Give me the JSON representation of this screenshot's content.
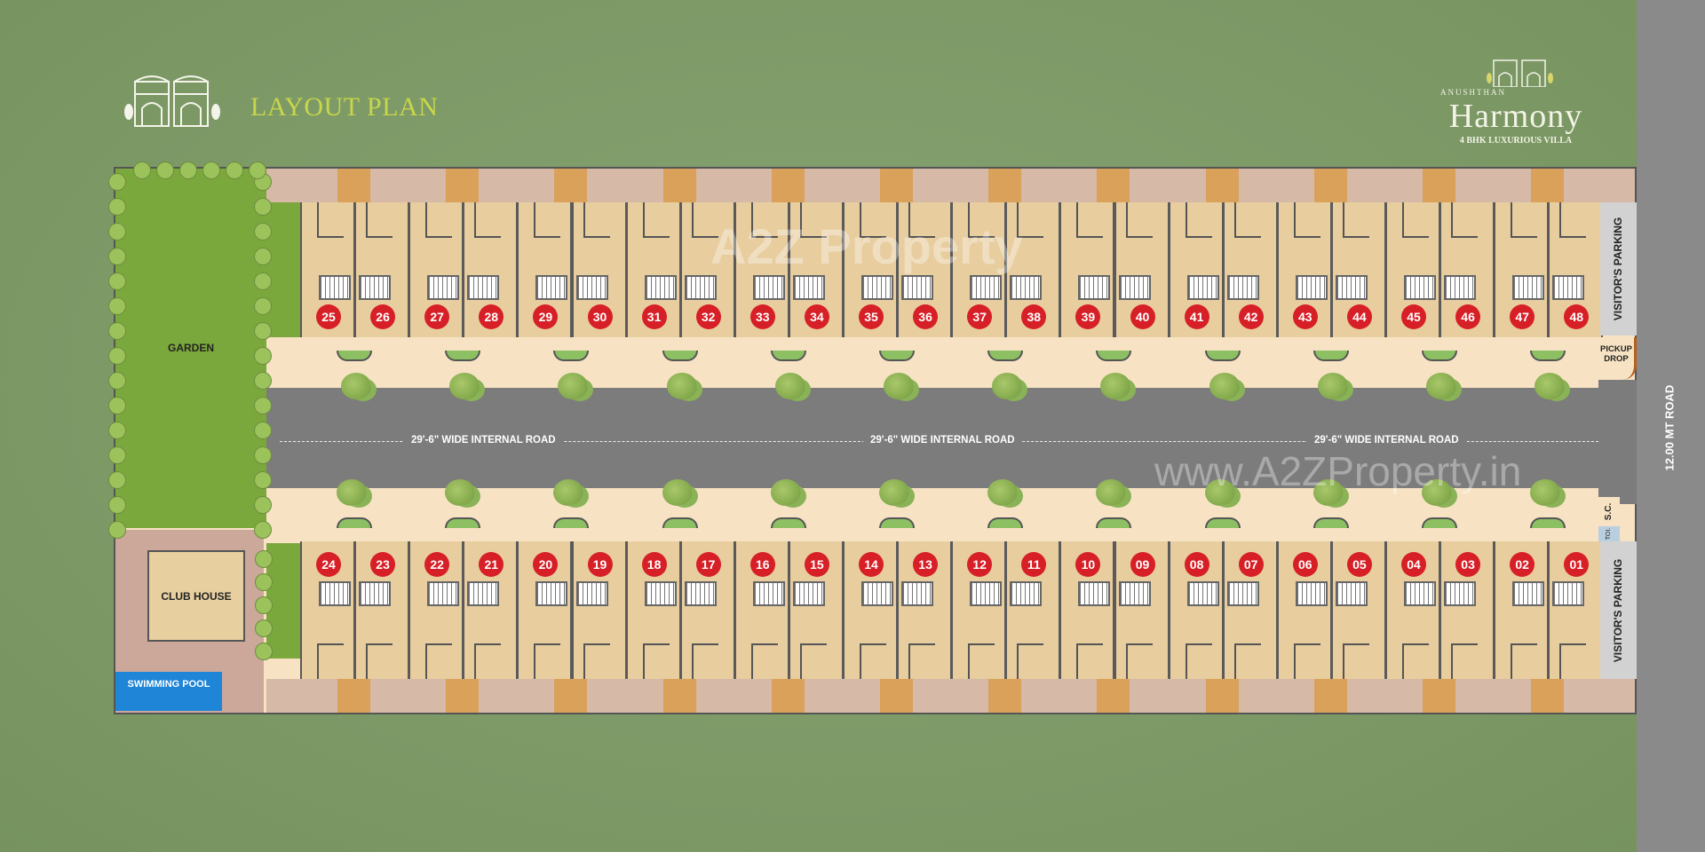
{
  "header": {
    "title": "LAYOUT PLAN",
    "brand": {
      "prefix": "ANUSHTHAN",
      "name": "Harmony",
      "tagline": "4 BHK LUXURIOUS VILLA"
    }
  },
  "amenities": {
    "garden": "GARDEN",
    "club_house": "CLUB HOUSE",
    "swimming_pool": "SWIMMING POOL",
    "visitors_parking": "VISITOR'S PARKING",
    "pickup_drop": "PICKUP DROP",
    "security_cabin": "S.C.",
    "toilet": "TOI."
  },
  "roads": {
    "internal_road_label": "29'-6\" WIDE INTERNAL ROAD",
    "external_road_label": "12.00 MT ROAD"
  },
  "plots": {
    "top_row": [
      "25",
      "26",
      "27",
      "28",
      "29",
      "30",
      "31",
      "32",
      "33",
      "34",
      "35",
      "36",
      "37",
      "38",
      "39",
      "40",
      "41",
      "42",
      "43",
      "44",
      "45",
      "46",
      "47",
      "48"
    ],
    "bottom_row": [
      "24",
      "23",
      "22",
      "21",
      "20",
      "19",
      "18",
      "17",
      "16",
      "15",
      "14",
      "13",
      "12",
      "11",
      "10",
      "09",
      "08",
      "07",
      "06",
      "05",
      "04",
      "03",
      "02",
      "01"
    ]
  },
  "watermark": {
    "center": "A2Z Property",
    "right": "www.A2ZProperty.in"
  },
  "colors": {
    "marker": "#d71f27",
    "garden": "#7ba83c",
    "pool": "#1f85d6",
    "road": "#7c7c7c",
    "background": "#7f9b69"
  }
}
